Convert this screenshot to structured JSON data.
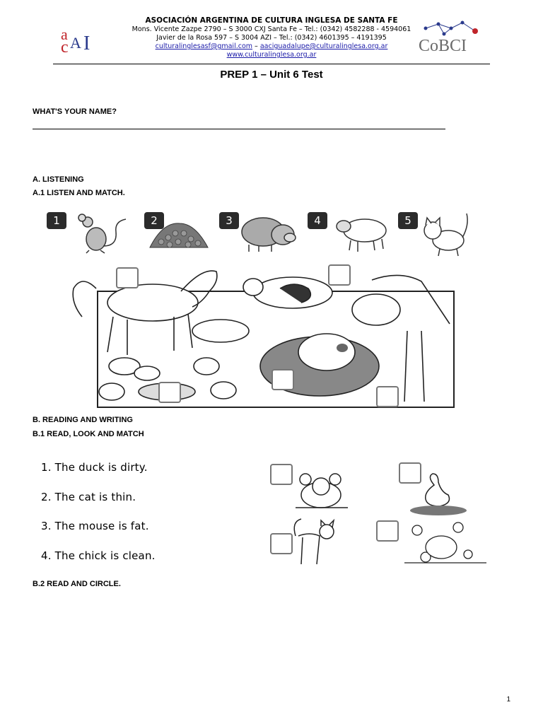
{
  "header": {
    "org": "ASOCIACIÓN ARGENTINA DE CULTURA INGLESA DE SANTA FE",
    "address1": "Mons. Vicente Zazpe 2790 – S 3000 CXJ Santa Fe – Tel.: (0342) 4582288 - 4594061",
    "address2": "Javier de la Rosa 597 – S 3004 AZI – Tel.: (0342) 4601395 – 4191395",
    "email1": "culturalinglesasf@gmail.com",
    "email_sep": " – ",
    "email2": "aaciguadalupe@culturalinglesa.org.ar",
    "website": "www.culturalinglesa.org.ar",
    "logo_left": "aacI",
    "logo_right": "CoBCI"
  },
  "title": "PREP 1 – Unit 6 Test",
  "name_prompt": "WHAT'S YOUR NAME?",
  "section_a": {
    "heading": "A. LISTENING",
    "sub": "A.1 LISTEN AND MATCH.",
    "numbers": [
      "1",
      "2",
      "3",
      "4",
      "5"
    ]
  },
  "section_b": {
    "heading": "B. READING AND WRITING",
    "sub1": "B.1 READ, LOOK AND MATCH",
    "sentences": [
      "1. The duck is dirty.",
      "2. The cat is thin.",
      "3. The mouse is fat.",
      "4. The chick is clean."
    ],
    "sub2": "B.2 READ AND CIRCLE."
  },
  "page_number": "1",
  "colors": {
    "link": "#1a1aa8",
    "logo_red": "#c0242a",
    "logo_blue": "#2a3a8c"
  }
}
